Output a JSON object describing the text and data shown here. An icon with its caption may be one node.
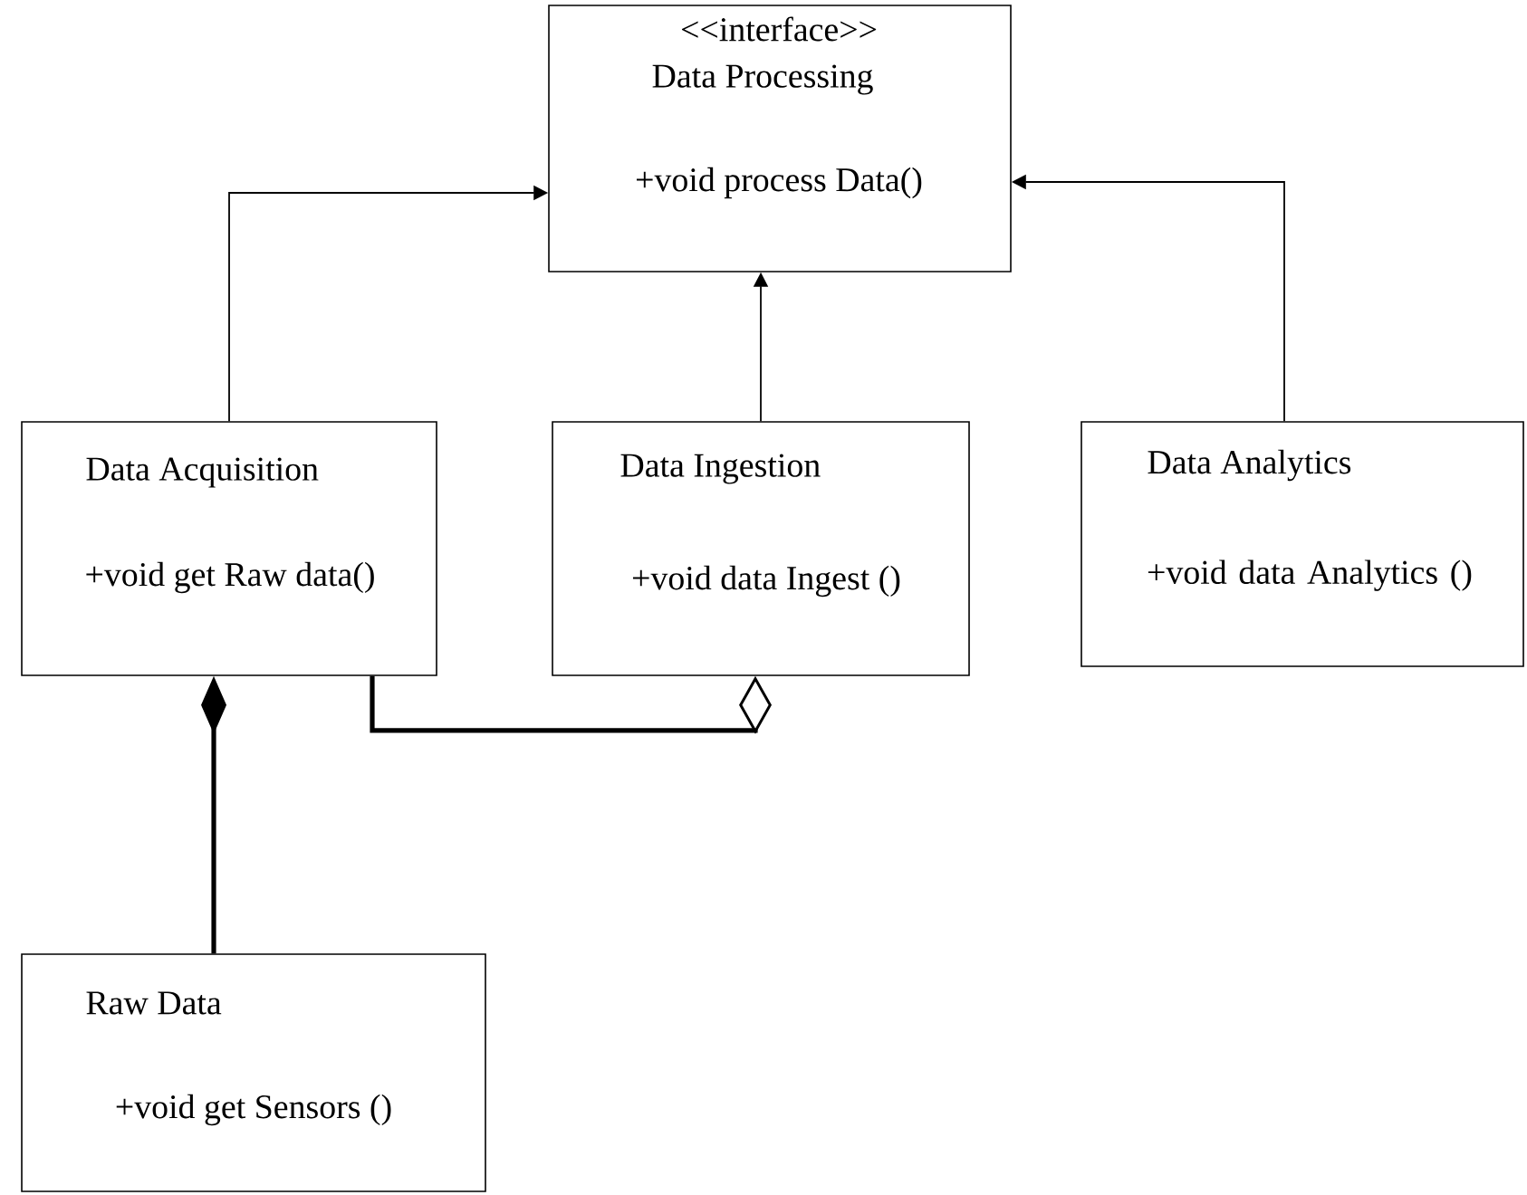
{
  "diagram": {
    "nodes": [
      {
        "text": [
          "<<interface>>",
          "Data Processing",
          "+void process Data()"
        ]
      },
      {
        "text": [
          "Data Acquisition",
          "+void get Raw data()"
        ]
      },
      {
        "text": [
          "Data Ingestion",
          "+void data Ingest ()"
        ]
      },
      {
        "text": [
          "Data Analytics",
          "+void data Analytics ()"
        ]
      },
      {
        "text": [
          "Raw Data",
          "+void get Sensors ()"
        ]
      }
    ],
    "edges": [
      {
        "from": 1,
        "to": 0,
        "arrow": "to"
      },
      {
        "from": 2,
        "to": 0,
        "arrow": "to"
      },
      {
        "from": 3,
        "to": 0,
        "arrow": "to"
      },
      {
        "from": 1,
        "to": 2,
        "arrow": "other",
        "style": "thick"
      },
      {
        "from": 4,
        "to": 1,
        "arrow": "other",
        "style": "thick"
      }
    ]
  }
}
